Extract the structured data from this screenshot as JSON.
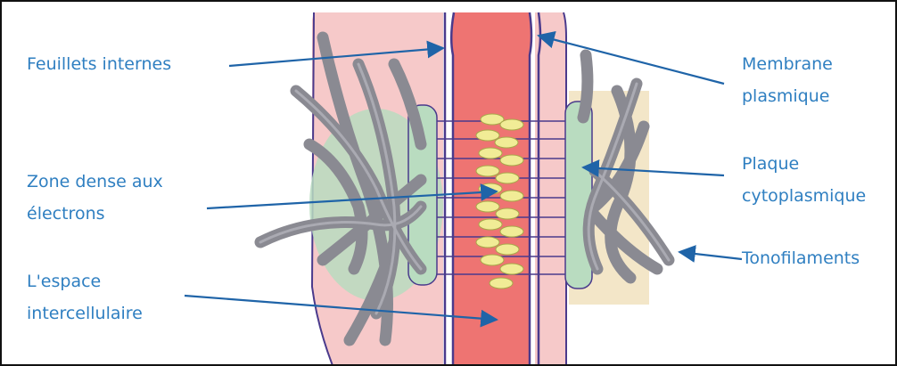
{
  "labels": {
    "feuillets": "Feuillets internes",
    "membrane": [
      "Membrane",
      "plasmique"
    ],
    "zone": [
      "Zone dense aux",
      "électrons"
    ],
    "plaque": [
      "Plaque",
      "cytoplasmique"
    ],
    "espace": [
      "L'espace",
      "intercellulaire"
    ],
    "tono": "Tonofilaments"
  },
  "colors": {
    "label": "#2f7fc1",
    "arrow": "#1f64a8",
    "cell": "#f6c9c9",
    "intercellular": "#ee7472",
    "membrane": "#4a3a8c",
    "plaque": "#b9dcc0",
    "dense_zone": "#f1ec96",
    "tonofilament": "#8a8a92"
  },
  "icons": [
    "filament-shape",
    "plaque-shape",
    "dense-ellipse-shape",
    "arrow-shape"
  ]
}
